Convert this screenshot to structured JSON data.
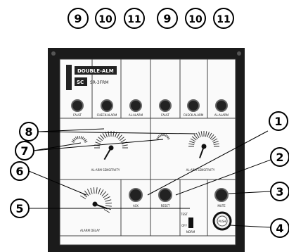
{
  "panel": {
    "logo_line1": "DOUBLE-ALM",
    "logo_line2": "SC",
    "logo_line3": "SR-3FRM",
    "lamp_labels": [
      "FAULT",
      "CHECK-ALARM",
      "AL-ALARM",
      "FAULT",
      "CHECK-ALARM",
      "AL-ALARM"
    ],
    "knob_left_caption": "AL-ARM SENSITIVITY",
    "knob_right_caption": "AL-ARM SENSITIVITY",
    "delay_caption": "ALARM DELAY",
    "ack_label": "ACK",
    "reset_label": "RESET",
    "mute_label": "MUTE",
    "switch_label_top": "TEST",
    "switch_label_bottom": "NORM",
    "switch_label_mid": "OFF",
    "push_button_label": "PUSH"
  },
  "callouts": {
    "top": [
      "9",
      "10",
      "11",
      "9",
      "10",
      "11"
    ],
    "n1": "1",
    "n2": "2",
    "n3": "3",
    "n4": "4",
    "n5": "5",
    "n6": "6",
    "n7": "7",
    "n8": "8"
  }
}
